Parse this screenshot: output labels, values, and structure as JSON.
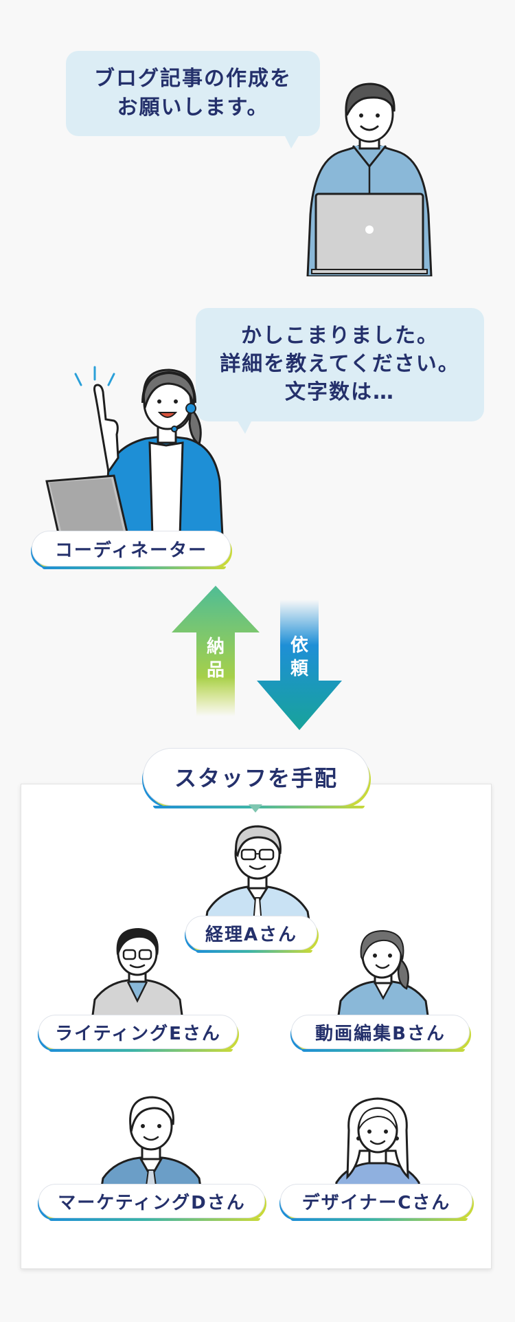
{
  "client": {
    "bubble_line1": "ブログ記事の作成を",
    "bubble_line2": "お願いします。"
  },
  "coordinator": {
    "bubble_line1": "かしこまりました。",
    "bubble_line2": "詳細を教えてください。",
    "bubble_line3": "文字数は…",
    "label": "コーディネーター"
  },
  "arrows": {
    "up_label": "納品",
    "down_label": "依頼"
  },
  "staff": {
    "header": "スタッフを手配",
    "members": [
      {
        "label": "経理Aさん"
      },
      {
        "label": "ライティングEさん"
      },
      {
        "label": "動画編集Bさん"
      },
      {
        "label": "マーケティングDさん"
      },
      {
        "label": "デザイナーCさん"
      }
    ]
  },
  "colors": {
    "navy_text": "#24306b",
    "bubble_bg": "#dcedf5",
    "accent_blue": "#1e8fd6",
    "accent_green": "#c8d93a",
    "arrow_up": "#5cbf8a",
    "arrow_down": "#1f7fc4"
  }
}
